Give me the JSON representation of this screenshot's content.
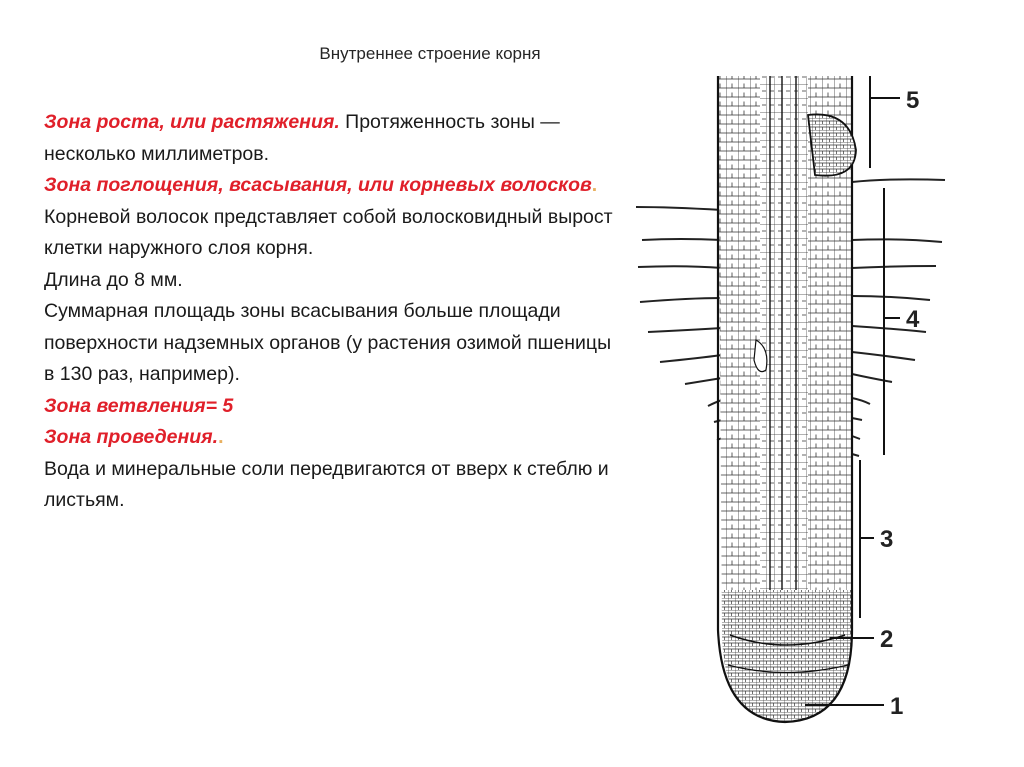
{
  "slide": {
    "title": "Внутреннее строение корня",
    "paragraphs": [
      {
        "highlight": "Зона роста, или растяжения.",
        "text": " Протяженность зоны — несколько миллиметров."
      },
      {
        "highlight": "Зона поглощения, всасывания, или корневых волосков",
        "dot": "."
      },
      {
        "text": "Корневой волосок представляет собой волосковидный вырост клетки наружного слоя корня."
      },
      {
        "text": "Длина до 8 мм."
      },
      {
        "text": "Суммарная площадь зоны всасывания больше площади поверхности надземных органов (у растения озимой пшеницы в 130 раз, например)."
      },
      {
        "highlight": "Зона ветвления= 5"
      },
      {
        "highlight": "Зона проведения.",
        "dot": "."
      },
      {
        "text": "Вода и минеральные соли передвигаются от вверх к стеблю и листьям."
      }
    ]
  },
  "figure": {
    "labels": [
      "5",
      "4",
      "3",
      "2",
      "1"
    ]
  }
}
